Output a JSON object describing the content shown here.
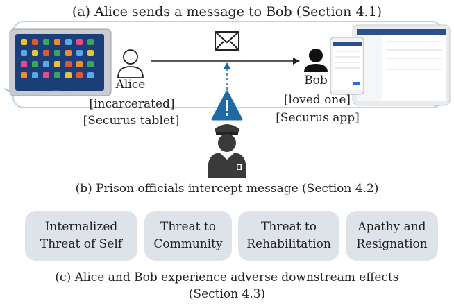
{
  "section_a": {
    "title": "(a) Alice sends a message to Bob (Section 4.1)"
  },
  "alice": {
    "name": "Alice",
    "line1": "[incarcerated]",
    "line2": "[Securus tablet]"
  },
  "bob": {
    "name": "Bob",
    "line1": "[loved one]",
    "line2": "[Securus app]"
  },
  "section_b": {
    "title": "(b) Prison officials intercept message (Section 4.2)"
  },
  "effects": [
    {
      "line1": "Internalized",
      "line2": "Threat of Self"
    },
    {
      "line1": "Threat to",
      "line2": "Community"
    },
    {
      "line1": "Threat to",
      "line2": "Rehabilitation"
    },
    {
      "line1": "Apathy and",
      "line2": "Resignation"
    }
  ],
  "section_c": {
    "line1": "(c) Alice and Bob experience adverse downstream effects",
    "line2": "(Section 4.3)"
  },
  "colors": {
    "frame": "#b9d4e6",
    "warning": "#1f6aa5",
    "effect_bg": "#dde3e8",
    "officer": "#3a3a3a"
  }
}
